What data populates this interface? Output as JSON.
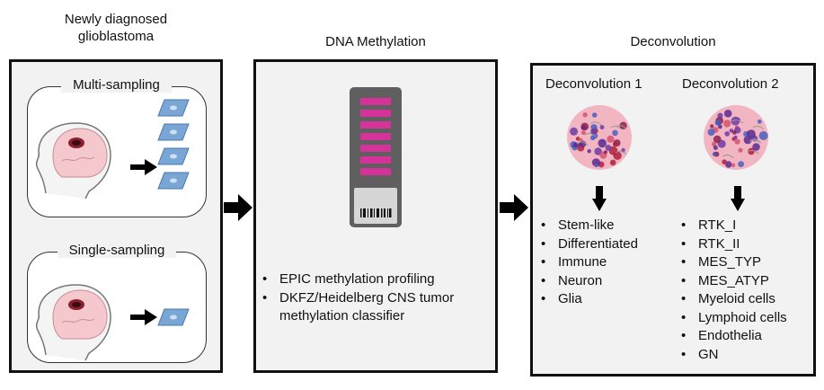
{
  "columns": {
    "diagnosis": {
      "title_line1": "Newly diagnosed",
      "title_line2": "glioblastoma"
    },
    "methylation": {
      "title": "DNA Methylation"
    },
    "deconvolution": {
      "title": "Deconvolution"
    }
  },
  "sampling": {
    "multi": {
      "label": "Multi-sampling",
      "slide_count": 4
    },
    "single": {
      "label": "Single-sampling",
      "slide_count": 1
    }
  },
  "methylation_panel": {
    "bullets": [
      "EPIC methylation profiling",
      "DKFZ/Heidelberg CNS tumor",
      "methylation classifier"
    ]
  },
  "deconvolution_panel": {
    "method1": {
      "title": "Deconvolution 1",
      "items": [
        "Stem-like",
        "Differentiated",
        "Immune",
        "Neuron",
        "Glia"
      ]
    },
    "method2": {
      "title": "Deconvolution 2",
      "items": [
        "RTK_I",
        "RTK_II",
        "MES_TYP",
        "MES_ATYP",
        "Myeloid cells",
        "Lymphoid cells",
        "Endothelia",
        "GN"
      ]
    }
  },
  "colors": {
    "panel_bg": "#f2f2f2",
    "array_bar": "#d6339a",
    "array_body": "#5f5f5f",
    "slide": "#7aa6d6",
    "tissue_bg": "#f2b6c2"
  },
  "icons": [
    "head-mri-icon",
    "tissue-slide-icon",
    "methylation-array-chip-icon",
    "tissue-histology-icon",
    "flow-arrow-icon"
  ]
}
